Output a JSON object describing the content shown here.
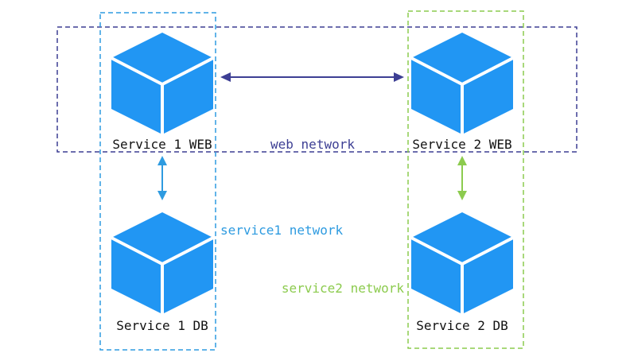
{
  "colors": {
    "cube": "#2196F3",
    "cube_edge": "#ffffff",
    "web_network": "#3D3F94",
    "service1_network": "#2E9BE0",
    "service2_network": "#8CCB4E",
    "label_text": "#111111"
  },
  "nodes": {
    "service1_web": {
      "label": "Service 1 WEB",
      "icon": "cube-icon"
    },
    "service2_web": {
      "label": "Service 2 WEB",
      "icon": "cube-icon"
    },
    "service1_db": {
      "label": "Service 1 DB",
      "icon": "cube-icon"
    },
    "service2_db": {
      "label": "Service 2 DB",
      "icon": "cube-icon"
    }
  },
  "networks": {
    "web": {
      "label": "web network"
    },
    "service1": {
      "label": "service1 network"
    },
    "service2": {
      "label": "service2 network"
    }
  }
}
